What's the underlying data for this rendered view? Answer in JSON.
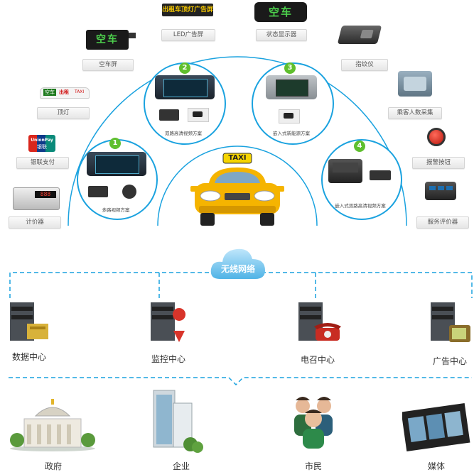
{
  "peripherals": {
    "led_screen": "LED广告屏",
    "led_screen_text": "出租车顶灯广告屏",
    "status_display": "状态显示器",
    "status_display_text": "空车",
    "empty_screen": "空车屏",
    "empty_screen_text": "空车",
    "fingerprint": "指纹仪",
    "roof_light": "顶灯",
    "roof_light_text_a": "空车",
    "roof_light_text_b": "出租",
    "roof_light_text_c": "TAXI",
    "passenger_count": "乘客人数采集",
    "unionpay": "银联支付",
    "unionpay_logo_a": "UnionPay",
    "unionpay_logo_b": "银联",
    "alarm_button": "报警按钮",
    "meter": "计价器",
    "meter_reading": "888",
    "service_rating": "服务评价器"
  },
  "solutions": [
    {
      "num": "1",
      "caption": "多路视频方案"
    },
    {
      "num": "2",
      "caption": "双路高清视频方案"
    },
    {
      "num": "3",
      "caption": "嵌入式新能源方案"
    },
    {
      "num": "4",
      "caption": "嵌入式双路高清视频方案"
    }
  ],
  "taxi_sign": "TAXI",
  "network": "无线网络",
  "centers": [
    "数据中心",
    "监控中心",
    "电召中心",
    "广告中心"
  ],
  "users": [
    "政府",
    "企业",
    "市民",
    "媒体"
  ],
  "colors": {
    "accent": "#1aa2df",
    "badge": "#5fbf2e",
    "taxi": "#f5b400"
  }
}
